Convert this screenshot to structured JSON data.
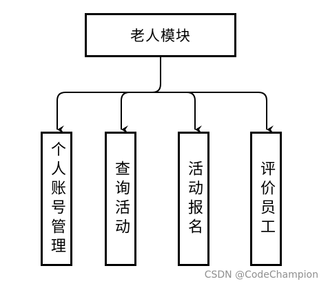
{
  "root": {
    "label": "老人模块"
  },
  "children": [
    {
      "label": "个人账号管理"
    },
    {
      "label": "查询活动"
    },
    {
      "label": "活动报名"
    },
    {
      "label": "评价员工"
    }
  ],
  "watermark": "CSDN @CodeChampion",
  "colors": {
    "line": "#000000",
    "watermark": "#8f8f8f"
  }
}
